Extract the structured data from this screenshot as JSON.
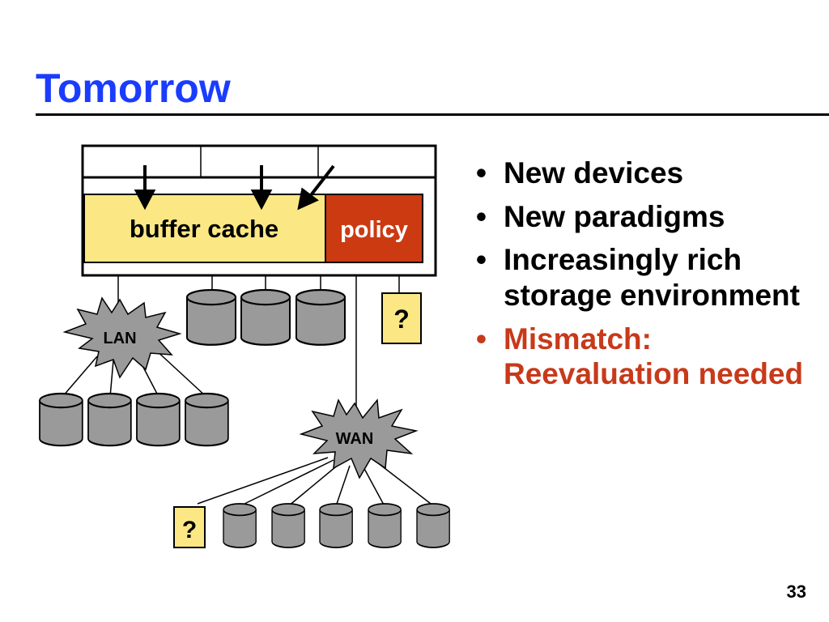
{
  "slide": {
    "title": "Tomorrow",
    "page_number": "33"
  },
  "diagram": {
    "buffer_cache_label": "buffer cache",
    "policy_label": "policy",
    "lan_label": "LAN",
    "wan_label": "WAN",
    "unknown_device_label": "?",
    "colors": {
      "buffer_cache": "#fbe884",
      "policy": "#cc3a12",
      "disk": "#9a9a9a",
      "unknown_device": "#fbe884",
      "cloud": "#9a9a9a"
    }
  },
  "bullets": [
    {
      "text": "New devices",
      "accent": false
    },
    {
      "text": "New paradigms",
      "accent": false
    },
    {
      "text": "Increasingly rich storage environment",
      "accent": false
    },
    {
      "text": "Mismatch: Reevaluation needed",
      "accent": true
    }
  ],
  "bullet_glyph": "•"
}
